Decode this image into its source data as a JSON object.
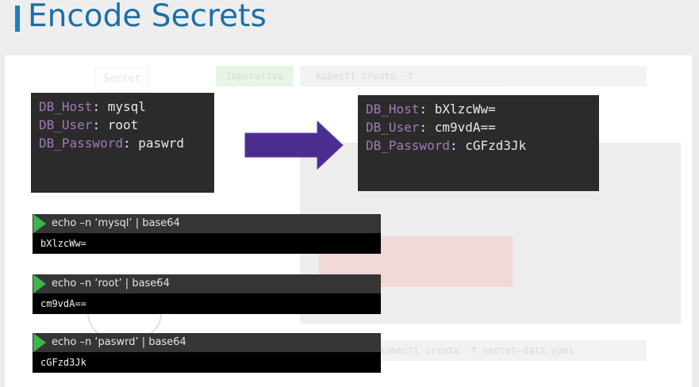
{
  "slide": {
    "title": "Encode Secrets"
  },
  "plain_secrets": [
    {
      "key": "DB_Host",
      "value": "mysql"
    },
    {
      "key": "DB_User",
      "value": "root"
    },
    {
      "key": "DB_Password",
      "value": "paswrd"
    }
  ],
  "encoded_secrets": [
    {
      "key": "DB_Host",
      "value": "bXlzcWw="
    },
    {
      "key": "DB_User",
      "value": "cm9vdA=="
    },
    {
      "key": "DB_Password",
      "value": "cGFzd3Jk"
    }
  ],
  "commands": [
    {
      "command": "echo –n ‘mysql’ | base64",
      "output": "bXlzcWw="
    },
    {
      "command": "echo –n ‘root’ | base64",
      "output": "cm9vdA=="
    },
    {
      "command": "echo –n ‘paswrd’ | base64",
      "output": "cGFzd3Jk"
    }
  ],
  "background": {
    "secret_label": "Secret",
    "imperative_label": "Imperative",
    "command_1": "kubectl create -f",
    "command_2": "kubectl create -f secret-data.yaml"
  },
  "colors": {
    "title": "#1d6fa8",
    "accent_bar": "#1b7fc0",
    "arrow": "#4b2d8f",
    "key_text": "#a07ab8",
    "play_icon": "#3cb54a"
  }
}
